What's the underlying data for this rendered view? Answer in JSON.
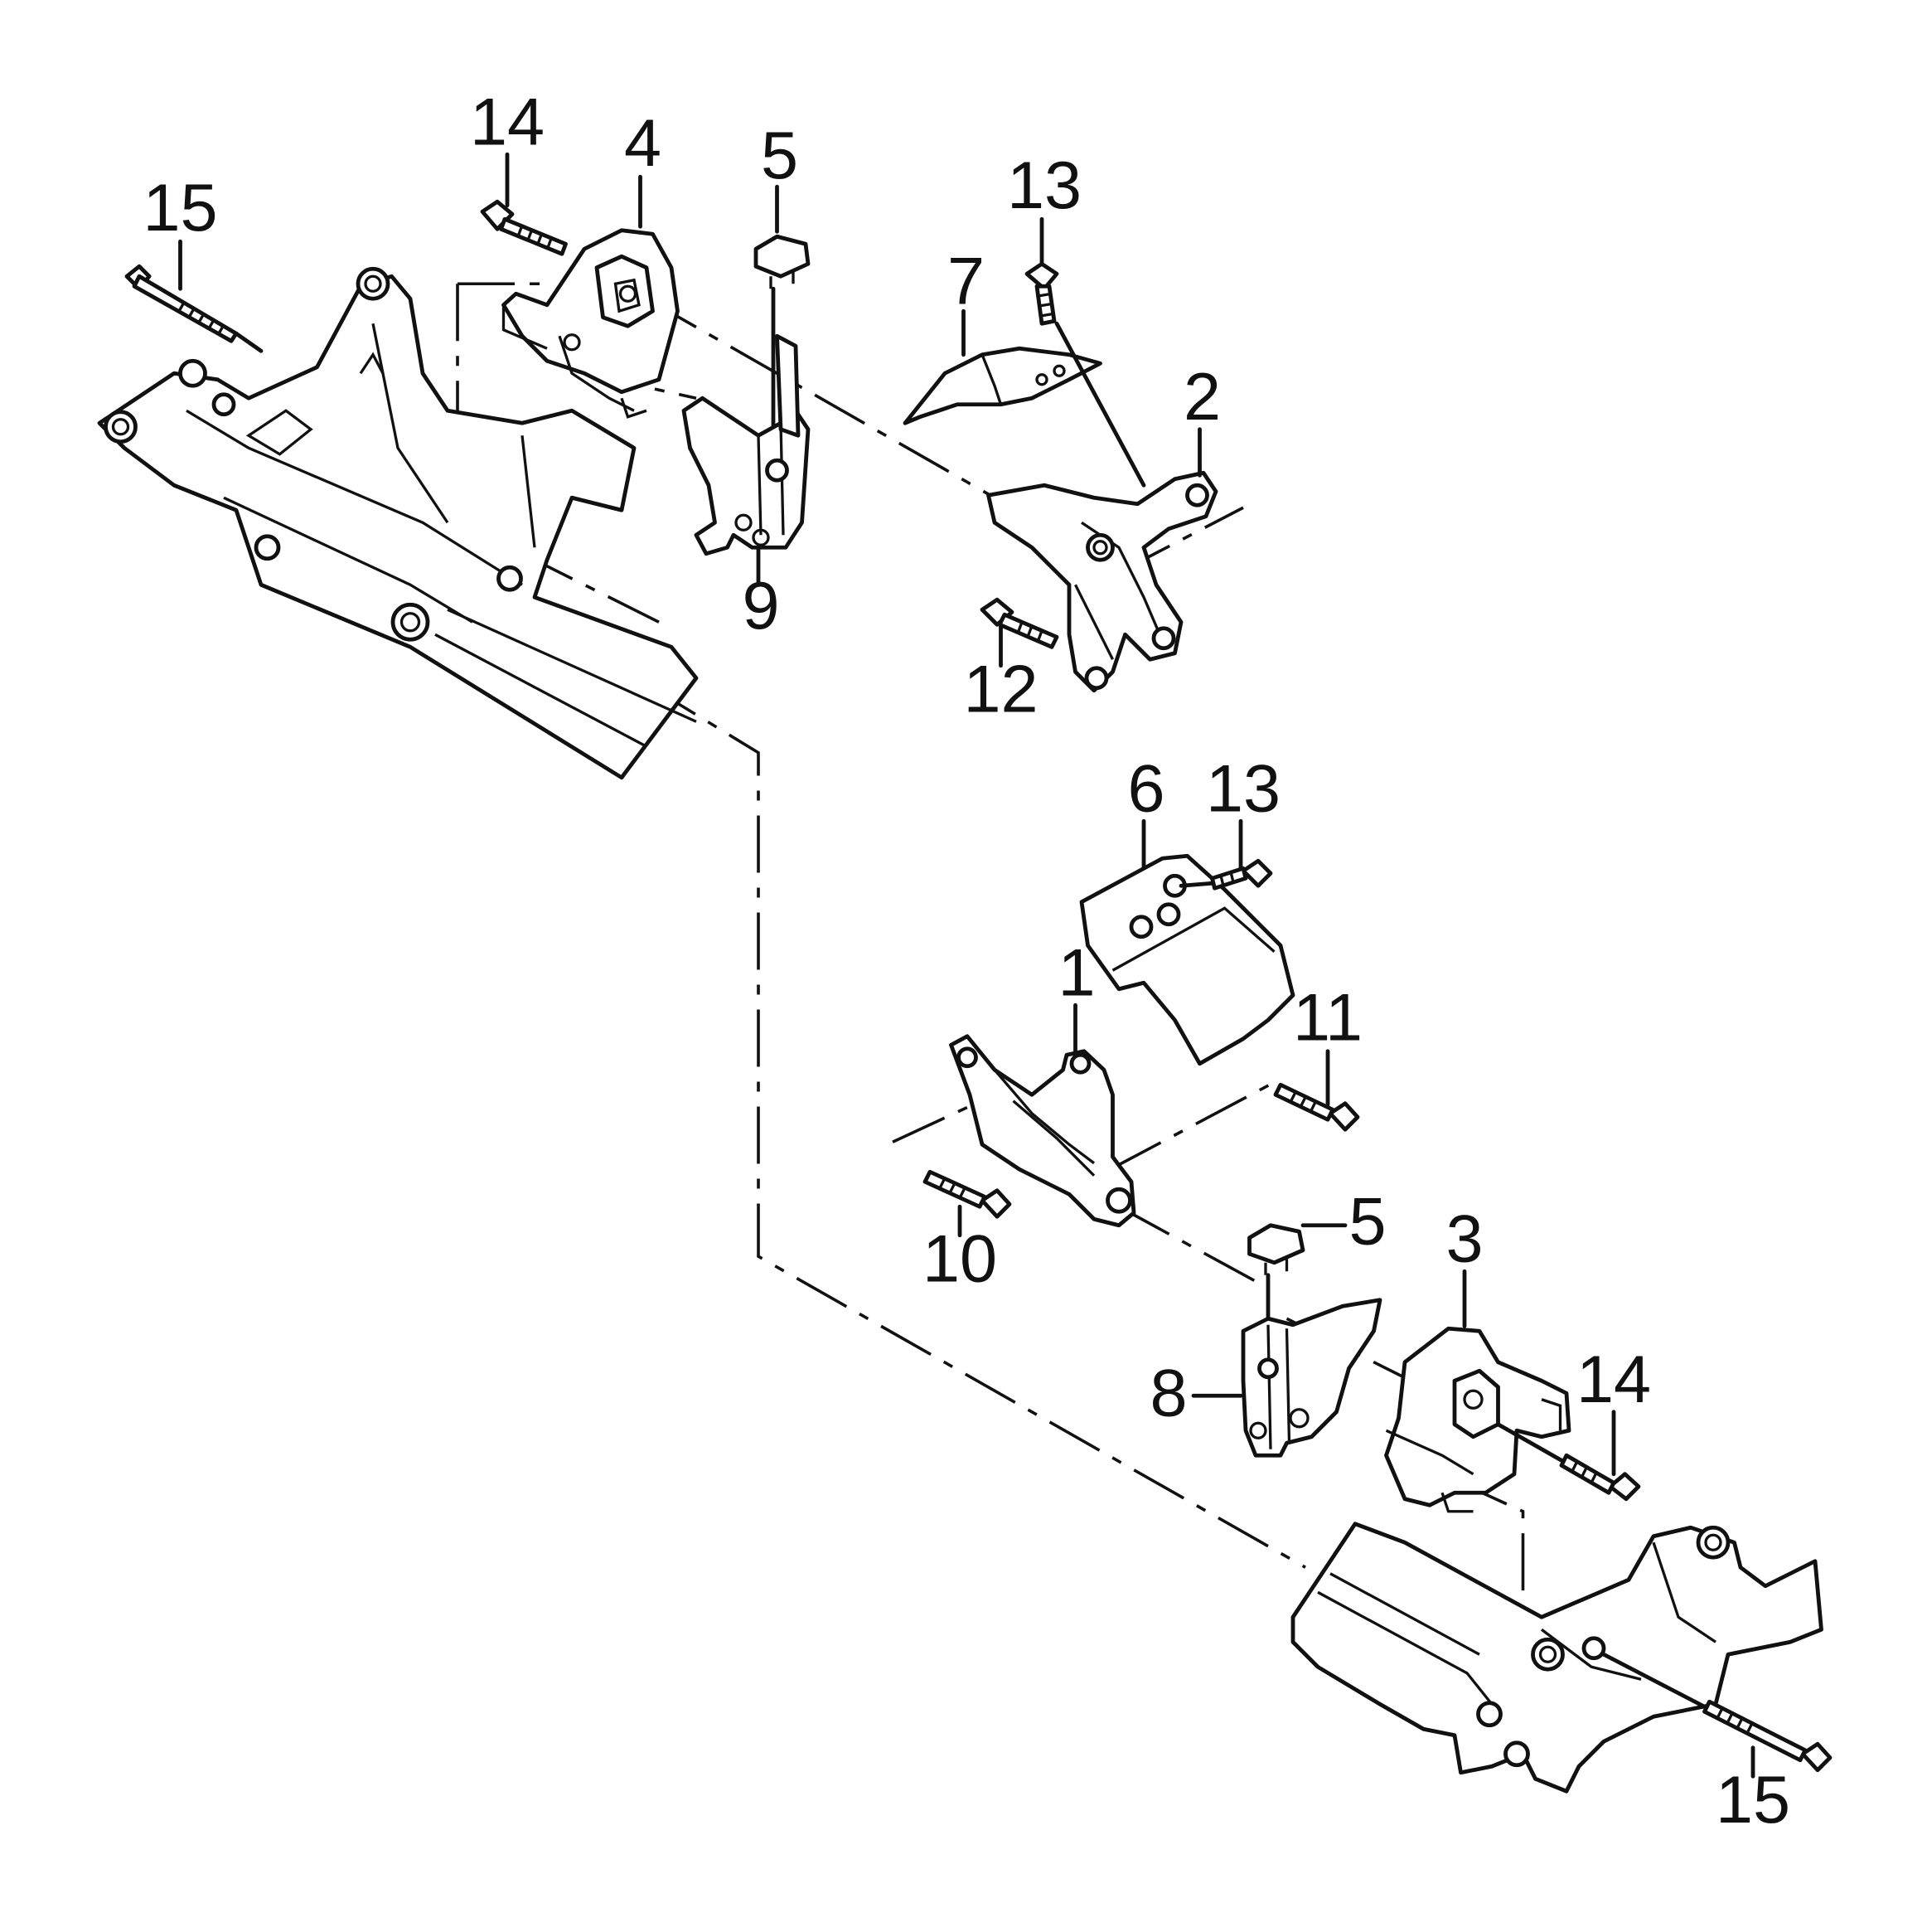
{
  "callouts": [
    {
      "id": "c15a",
      "label": "15"
    },
    {
      "id": "c14a",
      "label": "14"
    },
    {
      "id": "c4",
      "label": "4"
    },
    {
      "id": "c5a",
      "label": "5"
    },
    {
      "id": "c13a",
      "label": "13"
    },
    {
      "id": "c7",
      "label": "7"
    },
    {
      "id": "c2",
      "label": "2"
    },
    {
      "id": "c9",
      "label": "9"
    },
    {
      "id": "c12",
      "label": "12"
    },
    {
      "id": "c6",
      "label": "6"
    },
    {
      "id": "c13b",
      "label": "13"
    },
    {
      "id": "c1",
      "label": "1"
    },
    {
      "id": "c11",
      "label": "11"
    },
    {
      "id": "c10",
      "label": "10"
    },
    {
      "id": "c5b",
      "label": "5"
    },
    {
      "id": "c3",
      "label": "3"
    },
    {
      "id": "c8",
      "label": "8"
    },
    {
      "id": "c14b",
      "label": "14"
    },
    {
      "id": "c15b",
      "label": "15"
    }
  ]
}
